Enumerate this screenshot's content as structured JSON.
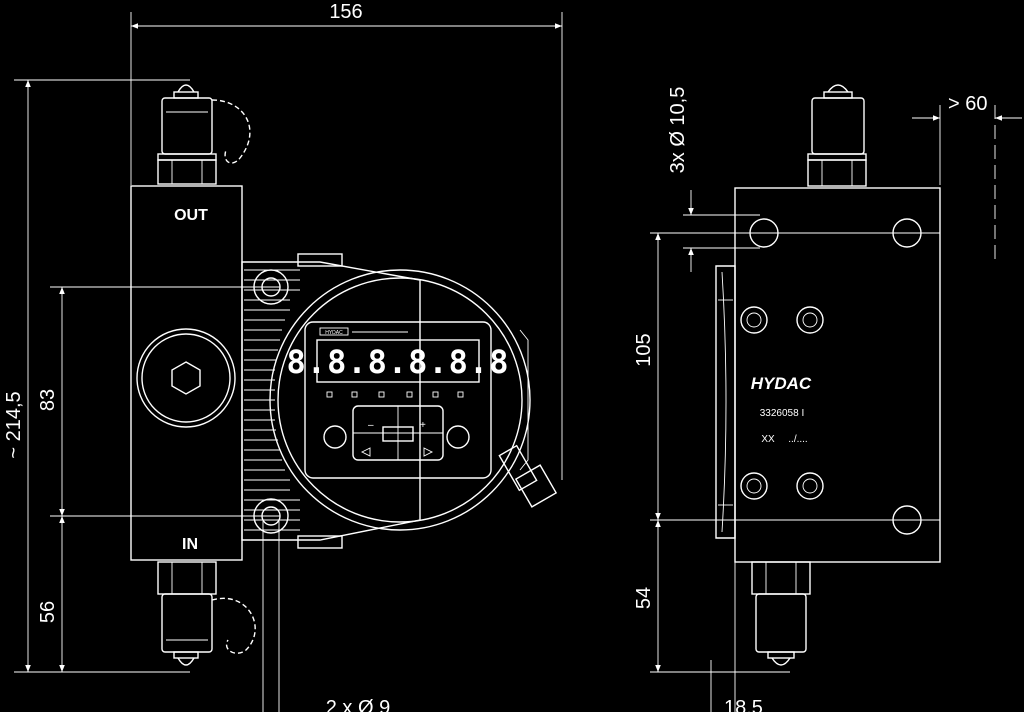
{
  "dimensions": {
    "width_total": "156",
    "height_total": "~ 214,5",
    "port_spacing": "83",
    "bottom_height": "56",
    "hole_spec": "3x Ø 10,5",
    "depth": "> 60",
    "hole_spacing": "105",
    "bottom_right": "54",
    "mount_holes": "2 x Ø 9",
    "offset": "18,5"
  },
  "labels": {
    "port_out": "OUT",
    "port_in": "IN",
    "brand": "HYDAC",
    "part_number": "3326058 I",
    "lot_code": "XX",
    "lot_suffix": "../....",
    "display_value": "8.8.8.8.8.8"
  },
  "colors": {
    "background": "#000000",
    "line": "#ffffff"
  }
}
